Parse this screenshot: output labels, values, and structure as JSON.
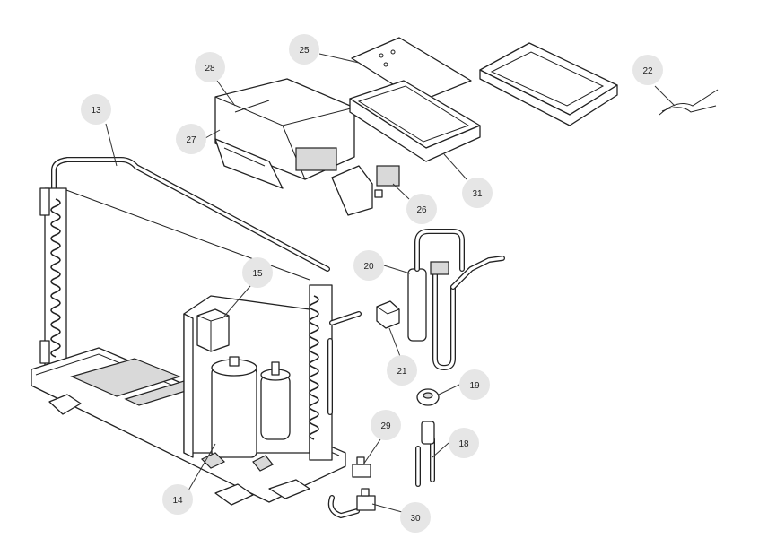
{
  "callouts": [
    {
      "id": "13",
      "label": "13"
    },
    {
      "id": "14",
      "label": "14"
    },
    {
      "id": "15",
      "label": "15"
    },
    {
      "id": "18",
      "label": "18"
    },
    {
      "id": "19",
      "label": "19"
    },
    {
      "id": "20",
      "label": "20"
    },
    {
      "id": "21",
      "label": "21"
    },
    {
      "id": "22",
      "label": "22"
    },
    {
      "id": "25",
      "label": "25"
    },
    {
      "id": "26",
      "label": "26"
    },
    {
      "id": "27",
      "label": "27"
    },
    {
      "id": "28",
      "label": "28"
    },
    {
      "id": "29",
      "label": "29"
    },
    {
      "id": "30",
      "label": "30"
    },
    {
      "id": "31",
      "label": "31"
    }
  ],
  "colors": {
    "line": "#222222",
    "callout_fill": "#e6e6e6",
    "background": "#ffffff"
  }
}
